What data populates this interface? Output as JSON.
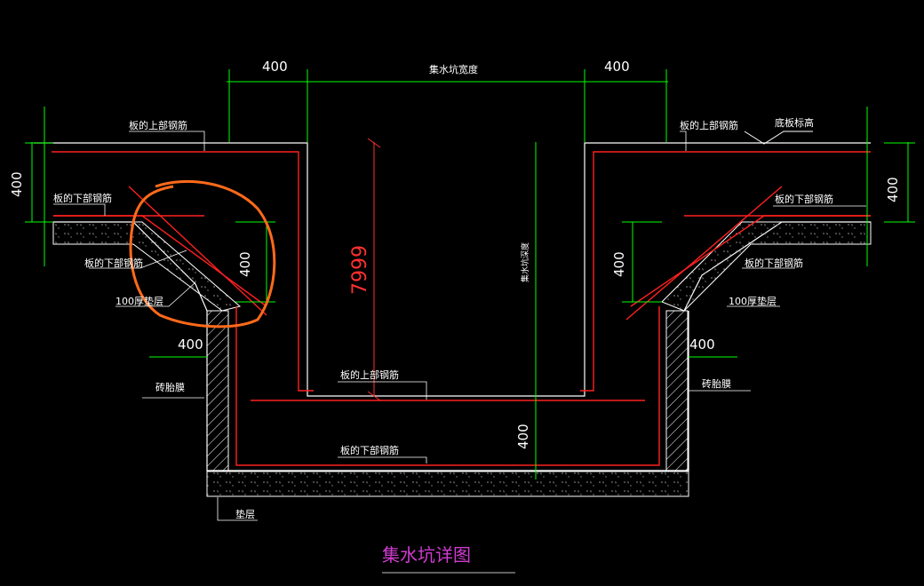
{
  "drawing": {
    "title": "集水坑详图",
    "dimensions": {
      "top_left_width": "400",
      "top_middle_label": "集水坑宽度",
      "top_right_width": "400",
      "left_slab_thickness": "400",
      "right_slab_thickness": "400",
      "left_slope_height": "400",
      "right_slope_height": "400",
      "pit_depth_red": "7999",
      "pit_depth_label": "集水坑深度",
      "bottom_slab_thickness": "400",
      "left_brick_width": "400",
      "right_brick_width": "400"
    },
    "labels": {
      "top_rebar_left": "板的上部钢筋",
      "top_rebar_right": "板的上部钢筋",
      "bottom_elevation": "底板标高",
      "rebar_left_upper": "板的下部钢筋",
      "rebar_right_upper": "板的下部钢筋",
      "rebar_left_lower": "板的下部钢筋",
      "rebar_right_lower": "板的下部钢筋",
      "cushion_left": "100厚垫层",
      "cushion_right": "100厚垫层",
      "brick_mold_left": "砖胎膜",
      "brick_mold_right": "砖胎膜",
      "pit_top_rebar": "板的上部钢筋",
      "pit_bottom_rebar": "板的下部钢筋",
      "cushion_bottom": "垫层"
    },
    "colors": {
      "background": "#000000",
      "outline": "#ffffff",
      "dimension": "#00ff00",
      "rebar": "#ff2020",
      "highlight": "#ff6a1a",
      "title": "#d03cd0"
    }
  }
}
